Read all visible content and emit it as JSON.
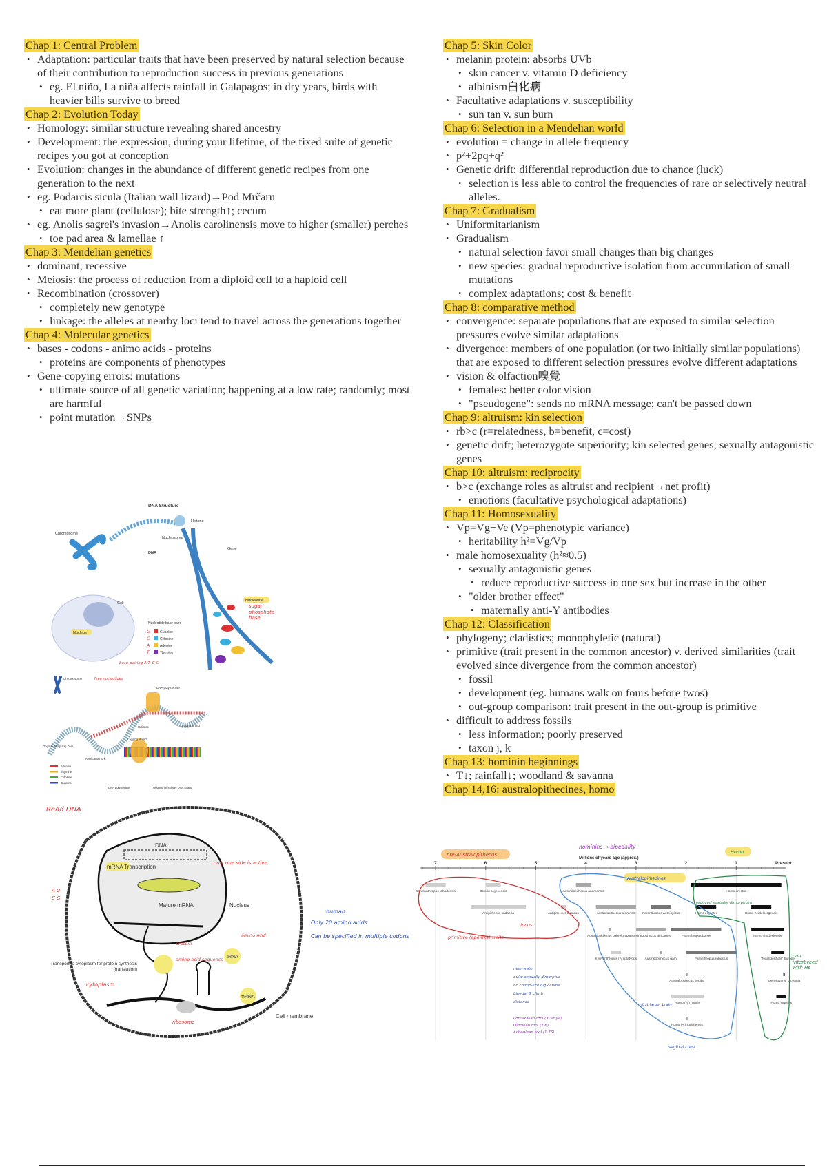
{
  "left_sections": [
    {
      "heading": "Chap 1: Central Problem",
      "items": [
        {
          "level": 0,
          "text": "Adaptation: particular traits that have been preserved by natural selection because of their contribution to reproduction success in previous generations"
        },
        {
          "level": 1,
          "text": "eg. El niño, La niña affects rainfall in Galapagos; in dry years, birds with heavier bills survive to breed"
        }
      ]
    },
    {
      "heading": "Chap 2: Evolution Today",
      "items": [
        {
          "level": 0,
          "text": "Homology: similar structure revealing shared ancestry"
        },
        {
          "level": 0,
          "text": "Development: the expression, during your lifetime, of the fixed suite of genetic recipes you got at conception"
        },
        {
          "level": 0,
          "text": "Evolution: changes in the abundance of different genetic recipes from one generation to the next"
        },
        {
          "level": 0,
          "text": "eg. Podarcis sicula (Italian wall lizard)→Pod Mrčaru"
        },
        {
          "level": 1,
          "text": "eat more plant (cellulose); bite strength↑; cecum"
        },
        {
          "level": 0,
          "text": "eg. Anolis sagrei's invasion→Anolis carolinensis move to higher (smaller) perches"
        },
        {
          "level": 1,
          "text": "toe pad area & lamellae ↑"
        }
      ]
    },
    {
      "heading": "Chap 3: Mendelian genetics",
      "items": [
        {
          "level": 0,
          "text": "dominant; recessive"
        },
        {
          "level": 0,
          "text": "Meiosis: the process of reduction from a diploid cell to a haploid cell"
        },
        {
          "level": 0,
          "text": "Recombination (crossover)"
        },
        {
          "level": 1,
          "text": "completely new genotype"
        },
        {
          "level": 1,
          "text": "linkage: the alleles at nearby loci tend to travel across the generations together"
        }
      ]
    },
    {
      "heading": "Chap 4: Molecular genetics",
      "items": [
        {
          "level": 0,
          "text": "bases - codons - animo acids - proteins"
        },
        {
          "level": 1,
          "text": "proteins are components of phenotypes"
        },
        {
          "level": 0,
          "text": "Gene-copying errors: mutations"
        },
        {
          "level": 1,
          "text": "ultimate source of all genetic variation; happening at a low rate; randomly; most are harmful"
        },
        {
          "level": 1,
          "text": "point mutation→SNPs"
        }
      ]
    }
  ],
  "right_sections": [
    {
      "heading": "Chap 5: Skin Color",
      "items": [
        {
          "level": 0,
          "text": "melanin protein: absorbs UVb"
        },
        {
          "level": 1,
          "text": "skin cancer v. vitamin D deficiency"
        },
        {
          "level": 1,
          "text": "albinism白化病"
        },
        {
          "level": 0,
          "text": "Facultative adaptations v. susceptibility"
        },
        {
          "level": 1,
          "text": "sun tan v. sun burn"
        }
      ]
    },
    {
      "heading": "Chap 6: Selection in a Mendelian world",
      "items": [
        {
          "level": 0,
          "text": "evolution = change in allele frequency"
        },
        {
          "level": 0,
          "text": "p²+2pq+q²"
        },
        {
          "level": 0,
          "text": "Genetic drift: differential reproduction due to chance (luck)"
        },
        {
          "level": 1,
          "text": "selection is less able to control the frequencies of rare or selectively neutral alleles."
        }
      ]
    },
    {
      "heading": "Chap 7: Gradualism",
      "items": [
        {
          "level": 0,
          "text": "Uniformitarianism"
        },
        {
          "level": 0,
          "text": "Gradualism"
        },
        {
          "level": 1,
          "text": "natural selection favor small changes than big changes"
        },
        {
          "level": 1,
          "text": "new species: gradual reproductive isolation from accumulation of small mutations"
        },
        {
          "level": 1,
          "text": "complex adaptations; cost & benefit"
        }
      ]
    },
    {
      "heading": "Chap 8: comparative method",
      "items": [
        {
          "level": 0,
          "text": "convergence: separate populations that are exposed to similar selection pressures evolve similar adaptations"
        },
        {
          "level": 0,
          "text": "divergence: members of one population (or two initially similar populations) that are exposed to different selection pressures evolve different adaptations"
        },
        {
          "level": 0,
          "text": "vision & olfaction嗅覺"
        },
        {
          "level": 1,
          "text": "females: better color vision"
        },
        {
          "level": 1,
          "text": "\"pseudogene\": sends no mRNA message; can't be passed down"
        }
      ]
    },
    {
      "heading": "Chap 9: altruism: kin selection",
      "items": [
        {
          "level": 0,
          "text": "rb>c (r=relatedness, b=benefit, c=cost)"
        },
        {
          "level": 0,
          "text": "genetic drift; heterozygote superiority; kin selected genes; sexually antagonistic genes"
        }
      ]
    },
    {
      "heading": "Chap 10: altruism: reciprocity",
      "items": [
        {
          "level": 0,
          "text": "b>c (exchange roles as altruist and recipient→net profit)"
        },
        {
          "level": 1,
          "text": "emotions (facultative psychological adaptations)"
        }
      ]
    },
    {
      "heading": "Chap 11: Homosexuality",
      "items": [
        {
          "level": 0,
          "text": "Vp=Vg+Ve (Vp=phenotypic variance)"
        },
        {
          "level": 1,
          "text": "heritability h²=Vg/Vp"
        },
        {
          "level": 0,
          "text": "male homosexuality (h²≈0.5)"
        },
        {
          "level": 1,
          "text": "sexually antagonistic genes"
        },
        {
          "level": 2,
          "text": "reduce reproductive success in one sex but increase in the other"
        },
        {
          "level": 1,
          "text": "\"older brother effect\""
        },
        {
          "level": 2,
          "text": "maternally anti-Y antibodies"
        }
      ]
    },
    {
      "heading": "Chap 12: Classification",
      "items": [
        {
          "level": 0,
          "text": "phylogeny; cladistics; monophyletic (natural)"
        },
        {
          "level": 0,
          "text": "primitive (trait present in the common ancestor) v. derived similarities (trait evolved since divergence from the common ancestor)"
        },
        {
          "level": 1,
          "text": "fossil"
        },
        {
          "level": 1,
          "text": "development (eg. humans walk on fours before twos)"
        },
        {
          "level": 1,
          "text": "out-group comparison: trait present in the out-group is primitive"
        },
        {
          "level": 0,
          "text": "difficult to address fossils"
        },
        {
          "level": 1,
          "text": "less information; poorly preserved"
        },
        {
          "level": 1,
          "text": "taxon j, k"
        }
      ]
    },
    {
      "heading": "Chap 13: hominin beginnings",
      "items": [
        {
          "level": 0,
          "text": "T↓; rainfall↓; woodland & savanna"
        }
      ]
    },
    {
      "heading": "Chap 14,16: australopithecines, homo",
      "items": []
    }
  ],
  "dna_structure": {
    "title": "DNA Structure",
    "chromosome": "Chromosome",
    "histone": "Histone",
    "nucleosome": "Nucleosome",
    "dna": "DNA",
    "gene": "Gene",
    "cell": "Cell",
    "nucleus": "Nucleus",
    "nucleotide": "Nucleotide",
    "nucleotide_note": "sugar phosphate base",
    "base_pairs_title": "Nucleotide base pairs",
    "bases": [
      "Guanine",
      "Cytosine",
      "Adenine",
      "Thymine"
    ],
    "base_letters": [
      "G",
      "C",
      "A",
      "T"
    ],
    "base_colors": [
      "#d33",
      "#3ab0e0",
      "#f0c030",
      "#7a2fb0"
    ],
    "pairing_note": "base-pairing A-T, G-C"
  },
  "replication": {
    "chromosome": "Chromosome",
    "free_nucleotides": "Free nucleotides",
    "dna_polymerase_top": "DNA polymerase",
    "original_dna": "Original (template) DNA",
    "helicase": "Helicase",
    "leading_strand": "Leading strand",
    "lagging_strand": "Lagging strand",
    "replication_fork": "Replication fork",
    "dna_polymerase": "DNA polymerase",
    "template_strand": "Original (template) DNA strand",
    "legend": [
      "Adenine",
      "Thymine",
      "Cytosine",
      "Guanine"
    ],
    "legend_colors": [
      "#d33",
      "#e0b030",
      "#4a4",
      "#34c"
    ]
  },
  "transcription": {
    "read_dna": "Read DNA",
    "dna": "DNA",
    "mrna_transcription": "mRNA Transcription",
    "mature_mrna": "Mature mRNA",
    "nucleus": "Nucleus",
    "transport": "Transport to cytoplasm for protein synthesis (translation)",
    "cytoplasm": "cytoplasm",
    "trna": "tRNA",
    "mrna": "mRNA",
    "cell_membrane": "Cell membrane",
    "ribosome": "ribosome",
    "only_one_side": "only one side is active",
    "bases_1": "A U",
    "bases_2": "C G",
    "protein": "protein",
    "amino_acid": "amino acid",
    "amino_acid_sequence": "amino acid sequence",
    "human_note_title": "human:",
    "human_notes": [
      "Only 20 amino acids",
      "Can be specified in multiple codons"
    ]
  },
  "timeline": {
    "axis_title": "Millions of years ago (approx.)",
    "major_ticks": [
      7,
      6,
      5,
      4,
      3,
      2,
      1
    ],
    "present_label": "Present",
    "labels": {
      "pre_australopithecus": "pre-Australopithecus",
      "hominins": "hominins → bipedality",
      "homo": "Homo",
      "australopithecines": "Australopithecines",
      "primitive": "primitive (ape-like) traits",
      "focus": "focus",
      "reduced_dimorphism": "reduced sexually dimorphism",
      "interbreed": "can interbreed with Hs",
      "first_larger_brain": "first larger brain",
      "sagittal_crest": "sagittal crest",
      "blue_notes": [
        "near water",
        "quite sexually dimorphic",
        "no chimp-like big canine",
        "bipedal & climb",
        "distance"
      ],
      "tool_notes": [
        "Lomekwian tool (3.3mya)",
        "Oldowan tool (2.6)",
        "Acheulean tool (1.76)"
      ]
    },
    "species": [
      {
        "name": "Sahelanthropus tchadensis",
        "start": 7.2,
        "end": 6.8,
        "row": 0,
        "shade": "light"
      },
      {
        "name": "Orrorin tugenensis",
        "start": 6.0,
        "end": 5.7,
        "row": 0,
        "shade": "light"
      },
      {
        "name": "Ardipithecus kadabba",
        "start": 6.3,
        "end": 5.2,
        "row": 1,
        "shade": "light"
      },
      {
        "name": "Ardipithecus ramidus",
        "start": 4.5,
        "end": 4.4,
        "row": 1,
        "shade": "light"
      },
      {
        "name": "Australopithecus anamensis",
        "start": 4.2,
        "end": 3.9,
        "row": 0,
        "shade": "mid"
      },
      {
        "name": "Australopithecus afarensis",
        "start": 3.8,
        "end": 3.0,
        "row": 1,
        "shade": "mid"
      },
      {
        "name": "Paranthropus aethiopicus",
        "start": 2.7,
        "end": 2.3,
        "row": 1,
        "shade": "dark"
      },
      {
        "name": "Australopithecus bahrelghazali",
        "start": 3.55,
        "end": 3.5,
        "row": 2,
        "shade": "mid"
      },
      {
        "name": "Australopithecus africanus",
        "start": 3.0,
        "end": 2.4,
        "row": 2,
        "shade": "mid"
      },
      {
        "name": "Paranthropus boisei",
        "start": 2.3,
        "end": 1.3,
        "row": 2,
        "shade": "dark"
      },
      {
        "name": "Kenyanthropus (A.) platyops",
        "start": 3.5,
        "end": 3.3,
        "row": 3,
        "shade": "light"
      },
      {
        "name": "Australopithecus garhi",
        "start": 2.52,
        "end": 2.48,
        "row": 3,
        "shade": "mid"
      },
      {
        "name": "Paranthropus robustus",
        "start": 2.0,
        "end": 1.0,
        "row": 3,
        "shade": "dark"
      },
      {
        "name": "Australopithecus sediba",
        "start": 2.0,
        "end": 1.97,
        "row": 4,
        "shade": "mid"
      },
      {
        "name": "Homo (A.) habilis",
        "start": 2.3,
        "end": 1.65,
        "row": 5,
        "shade": "light"
      },
      {
        "name": "Homo (A.) rudolfensis",
        "start": 2.0,
        "end": 1.97,
        "row": 6,
        "shade": "mid"
      },
      {
        "name": "Homo erectus",
        "start": 1.9,
        "end": 0.1,
        "row": 0,
        "shade": "black"
      },
      {
        "name": "Homo ergaster",
        "start": 1.8,
        "end": 1.4,
        "row": 1,
        "shade": "black"
      },
      {
        "name": "Homo heidelbergensis",
        "start": 0.7,
        "end": 0.3,
        "row": 1,
        "shade": "black"
      },
      {
        "name": "Homo rhodesiensis",
        "start": 0.7,
        "end": 0.05,
        "row": 2,
        "shade": "black"
      },
      {
        "name": "\"Neanderthals\" Europe",
        "start": 0.3,
        "end": 0.04,
        "row": 3,
        "shade": "black"
      },
      {
        "name": "\"Denisovans\" Oceania",
        "start": 0.06,
        "end": 0.04,
        "row": 4,
        "shade": "black"
      },
      {
        "name": "Homo sapiens",
        "start": 0.2,
        "end": 0.0,
        "row": 5,
        "shade": "black"
      }
    ]
  }
}
